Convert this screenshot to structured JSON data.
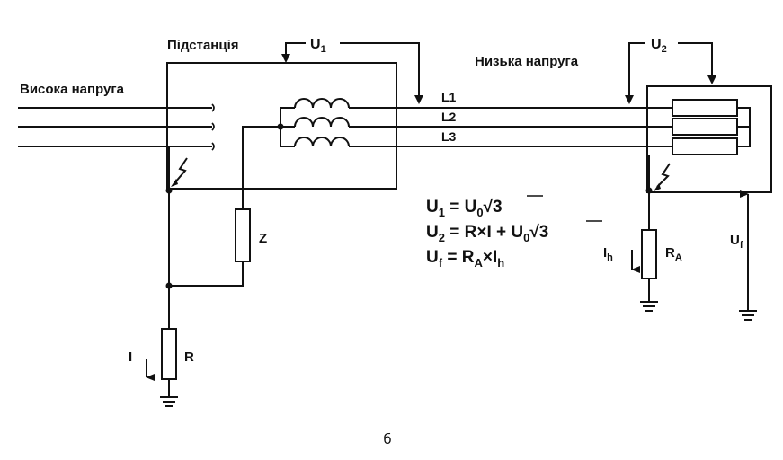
{
  "labels": {
    "substation": "Підстанція",
    "high_voltage": "Висока напруга",
    "low_voltage": "Низька напруга",
    "u1": "U",
    "u1_sub": "1",
    "u2": "U",
    "u2_sub": "2",
    "l1": "L1",
    "l2": "L2",
    "l3": "L3",
    "z": "Z",
    "r": "R",
    "i": "I",
    "ih": "I",
    "ih_sub": "h",
    "ra": "R",
    "ra_sub": "A",
    "uf": "U",
    "uf_sub": "f"
  },
  "formulas": {
    "f1_lhs": "U",
    "f1_lhs_sub": "1",
    "f1_eq": " = U",
    "f1_sub": "0",
    "f1_root": "√3",
    "f2_lhs": "U",
    "f2_lhs_sub": "2",
    "f2_eq": " = R×I + U",
    "f2_sub": "0",
    "f2_root": "√3",
    "f3_lhs": "U",
    "f3_lhs_sub": "f",
    "f3_eq": "  = R",
    "f3_sub": "A",
    "f3_tail": "×I",
    "f3_tail_sub": "h"
  },
  "caption": "б"
}
